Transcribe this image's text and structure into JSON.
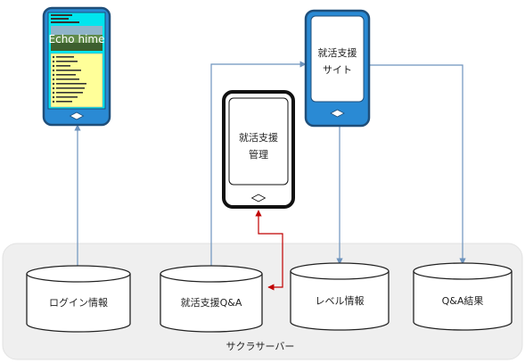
{
  "server": {
    "label": "サクラサーバー"
  },
  "phones": {
    "site": {
      "line1": "就活支援",
      "line2": "サイト"
    },
    "admin": {
      "line1": "就活支援",
      "line2": "管理"
    },
    "web": {
      "logo_text": "Echo hime"
    }
  },
  "databases": {
    "login": "ログイン情報",
    "qa": "就活支援Q&A",
    "level": "レベル情報",
    "result": "Q&A結果"
  },
  "colors": {
    "phone_frame": "#1f4e79",
    "phone_body": "#2a8ad4",
    "arrow_blue": "#6d93bd",
    "arrow_red": "#c00000",
    "server_fill": "#efefef",
    "web_screen": "#00e5ee",
    "web_list": "#ffff99"
  }
}
